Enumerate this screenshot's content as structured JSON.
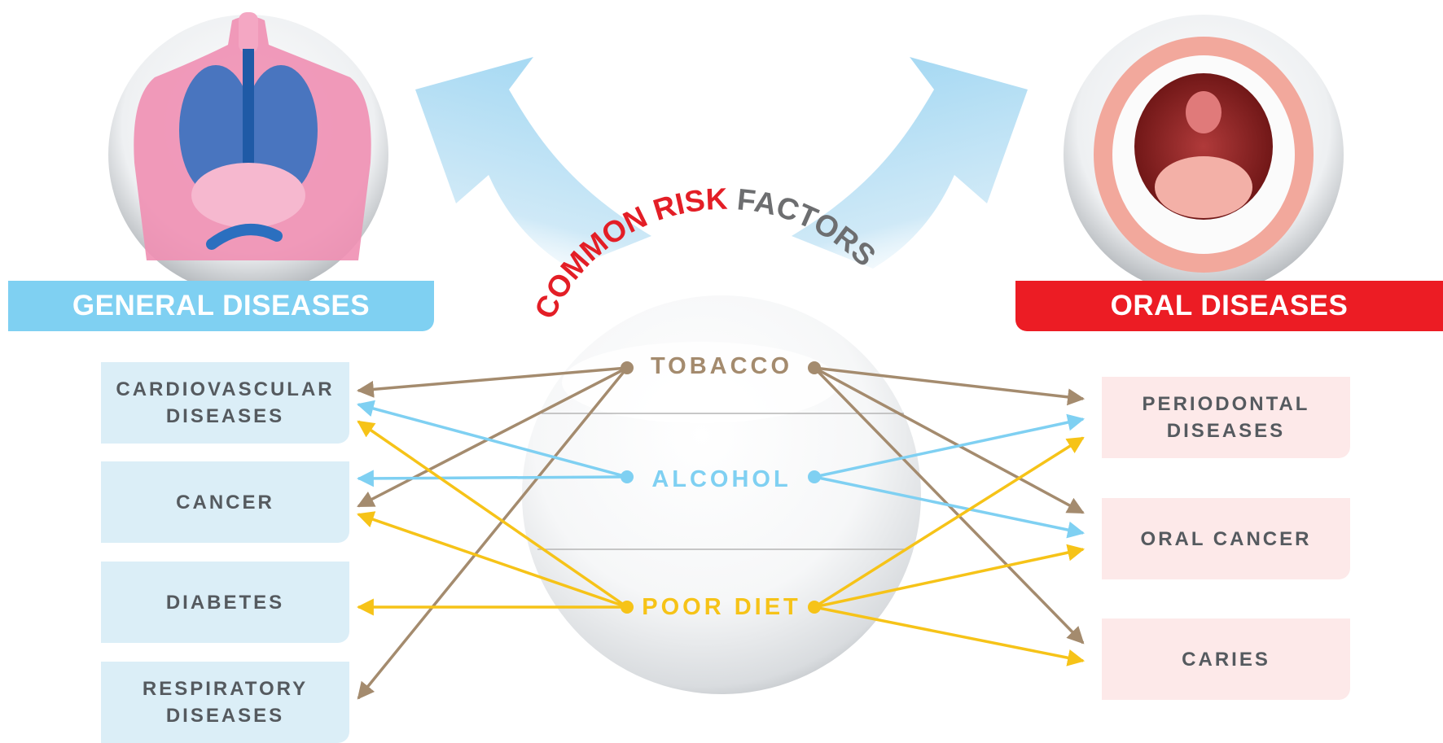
{
  "arc_title": {
    "part1": "COMMON RISK",
    "part2": "FACTORS"
  },
  "banners": {
    "general": "GENERAL DISEASES",
    "oral": "ORAL DISEASES"
  },
  "general_diseases": [
    {
      "label": "CARDIOVASCULAR\nDISEASES"
    },
    {
      "label": "CANCER"
    },
    {
      "label": "DIABETES"
    },
    {
      "label": "RESPIRATORY\nDISEASES"
    }
  ],
  "oral_diseases": [
    {
      "label": "PERIODONTAL\nDISEASES"
    },
    {
      "label": "ORAL CANCER"
    },
    {
      "label": "CARIES"
    }
  ],
  "risk_factors": [
    {
      "label": "TOBACCO",
      "color": "#a48b6e"
    },
    {
      "label": "ALCOHOL",
      "color": "#7fd0f2"
    },
    {
      "label": "POOR  DIET",
      "color": "#f6c318"
    }
  ],
  "colors": {
    "general_accent": "#7fd0f2",
    "oral_accent": "#ec1c24",
    "title_red": "#e31e26",
    "title_grey": "#6d6e70",
    "box_text": "#555a5f"
  },
  "links": {
    "TOBACCO": {
      "general": [
        "CARDIOVASCULAR DISEASES",
        "CANCER",
        "RESPIRATORY DISEASES"
      ],
      "oral": [
        "PERIODONTAL DISEASES",
        "ORAL CANCER",
        "CARIES"
      ]
    },
    "ALCOHOL": {
      "general": [
        "CARDIOVASCULAR DISEASES",
        "CANCER"
      ],
      "oral": [
        "PERIODONTAL DISEASES",
        "ORAL CANCER"
      ]
    },
    "POOR  DIET": {
      "general": [
        "CARDIOVASCULAR DISEASES",
        "CANCER",
        "DIABETES"
      ],
      "oral": [
        "PERIODONTAL DISEASES",
        "ORAL CANCER",
        "CARIES"
      ]
    }
  },
  "icons": {
    "general": "human-body-organs-icon",
    "oral": "open-mouth-teeth-icon"
  }
}
